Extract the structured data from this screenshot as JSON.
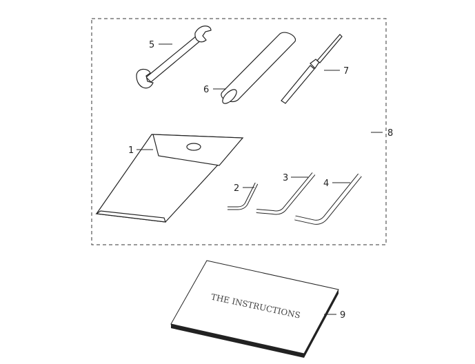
{
  "diagram": {
    "kit_callout": "8",
    "parts": [
      {
        "id": "part-1",
        "callout": "1",
        "icon": "pouch"
      },
      {
        "id": "part-2",
        "callout": "2",
        "icon": "hex-key-small"
      },
      {
        "id": "part-3",
        "callout": "3",
        "icon": "hex-key-medium"
      },
      {
        "id": "part-4",
        "callout": "4",
        "icon": "hex-key-large"
      },
      {
        "id": "part-5",
        "callout": "5",
        "icon": "open-end-wrench"
      },
      {
        "id": "part-6",
        "callout": "6",
        "icon": "tool-sleeve"
      },
      {
        "id": "part-7",
        "callout": "7",
        "icon": "screwdriver"
      },
      {
        "id": "part-9",
        "callout": "9",
        "icon": "manual-book"
      }
    ],
    "manual_title": "THE INSTRUCTIONS"
  }
}
